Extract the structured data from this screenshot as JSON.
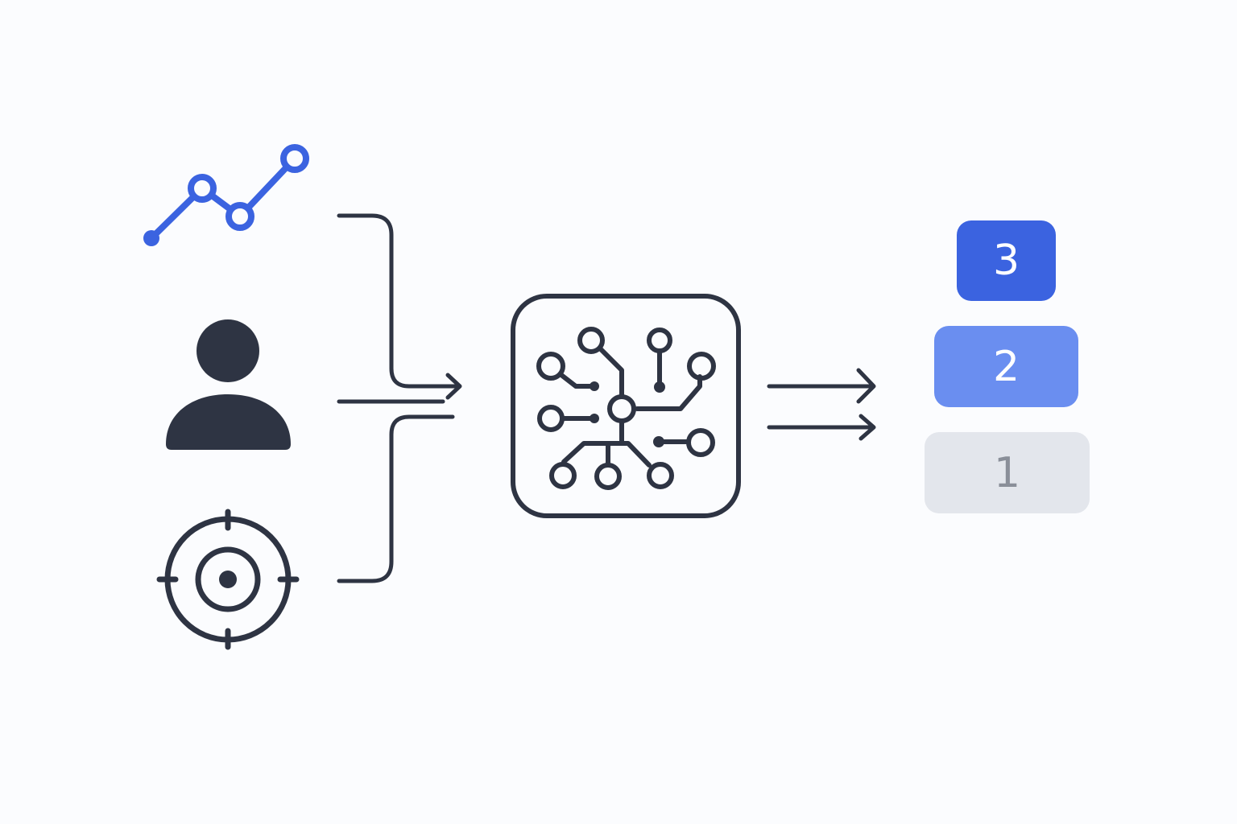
{
  "colors": {
    "background": "#fbfcfe",
    "ink": "#2e3443",
    "accent": "#3b63e0",
    "accent_light": "#6a8ef0",
    "muted_box": "#e3e6ec",
    "muted_text": "#8a8f99"
  },
  "inputs": [
    {
      "icon": "line-chart-icon"
    },
    {
      "icon": "user-icon"
    },
    {
      "icon": "target-icon"
    }
  ],
  "processor": {
    "icon": "circuit-chip-icon"
  },
  "ranking": [
    {
      "label": "3",
      "background": "#3b63e0",
      "text_color": "#ffffff"
    },
    {
      "label": "2",
      "background": "#6a8ef0",
      "text_color": "#ffffff"
    },
    {
      "label": "1",
      "background": "#e3e6ec",
      "text_color": "#8a8f99"
    }
  ]
}
